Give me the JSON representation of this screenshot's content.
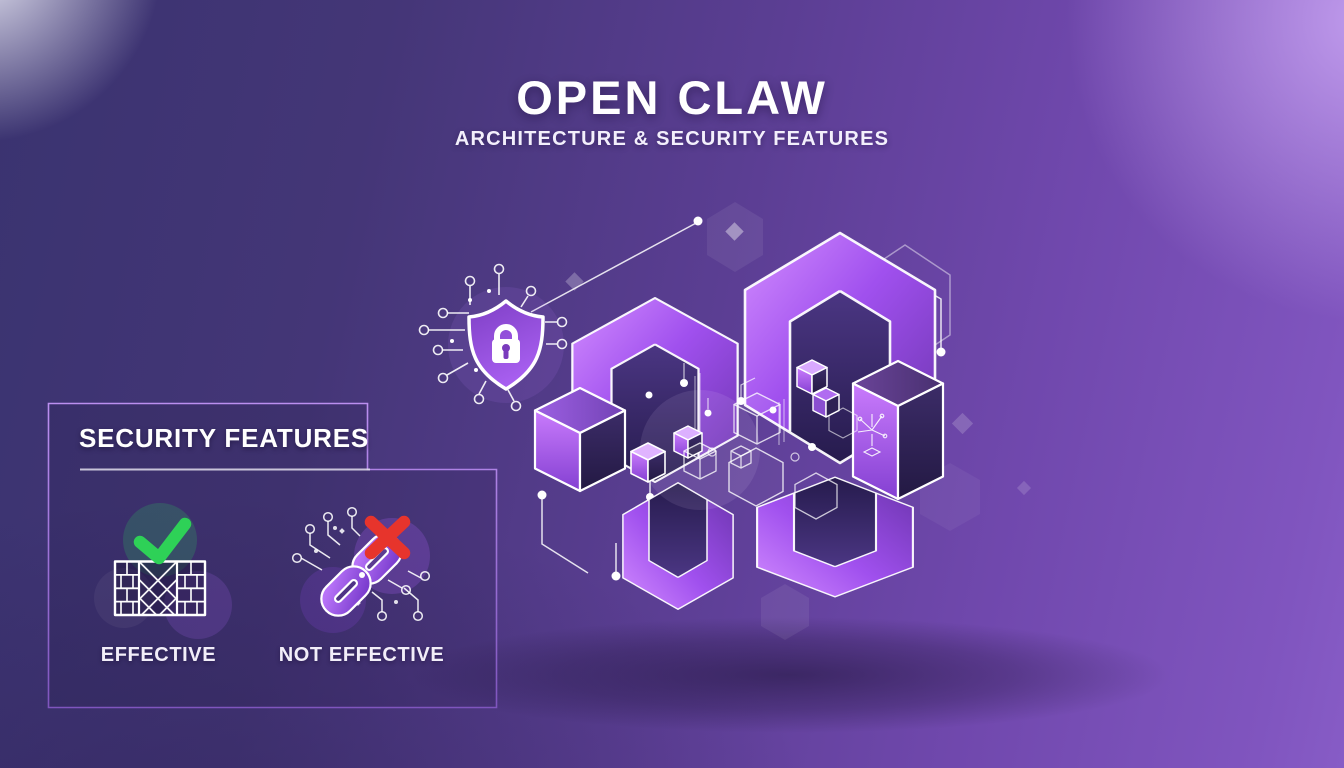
{
  "header": {
    "title": "OPEN CLAW",
    "subtitle": "ARCHITECTURE & SECURITY FEATURES"
  },
  "security_panel": {
    "title": "SECURITY FEATURES",
    "items": [
      {
        "label": "EFFECTIVE",
        "icon": "firewall-check-icon",
        "mark": "check",
        "mark_color": "#2ed157"
      },
      {
        "label": "NOT EFFECTIVE",
        "icon": "broken-chain-x-icon",
        "mark": "cross",
        "mark_color": "#e7342c"
      }
    ]
  },
  "illustration": {
    "icons": [
      "shield-lock-icon",
      "hexagon-chain-links",
      "isometric-cubes",
      "circuit-traces",
      "network-dots"
    ]
  },
  "colors": {
    "bg_dark": "#3a3370",
    "bg_purple": "#875cc6",
    "accent_bright_purple": "#c87dfb",
    "shape_dark": "#271c4e",
    "outline_white": "#ffffff",
    "check_green": "#2ed157",
    "cross_red": "#e7342c",
    "panel_border": "#a578dd"
  }
}
